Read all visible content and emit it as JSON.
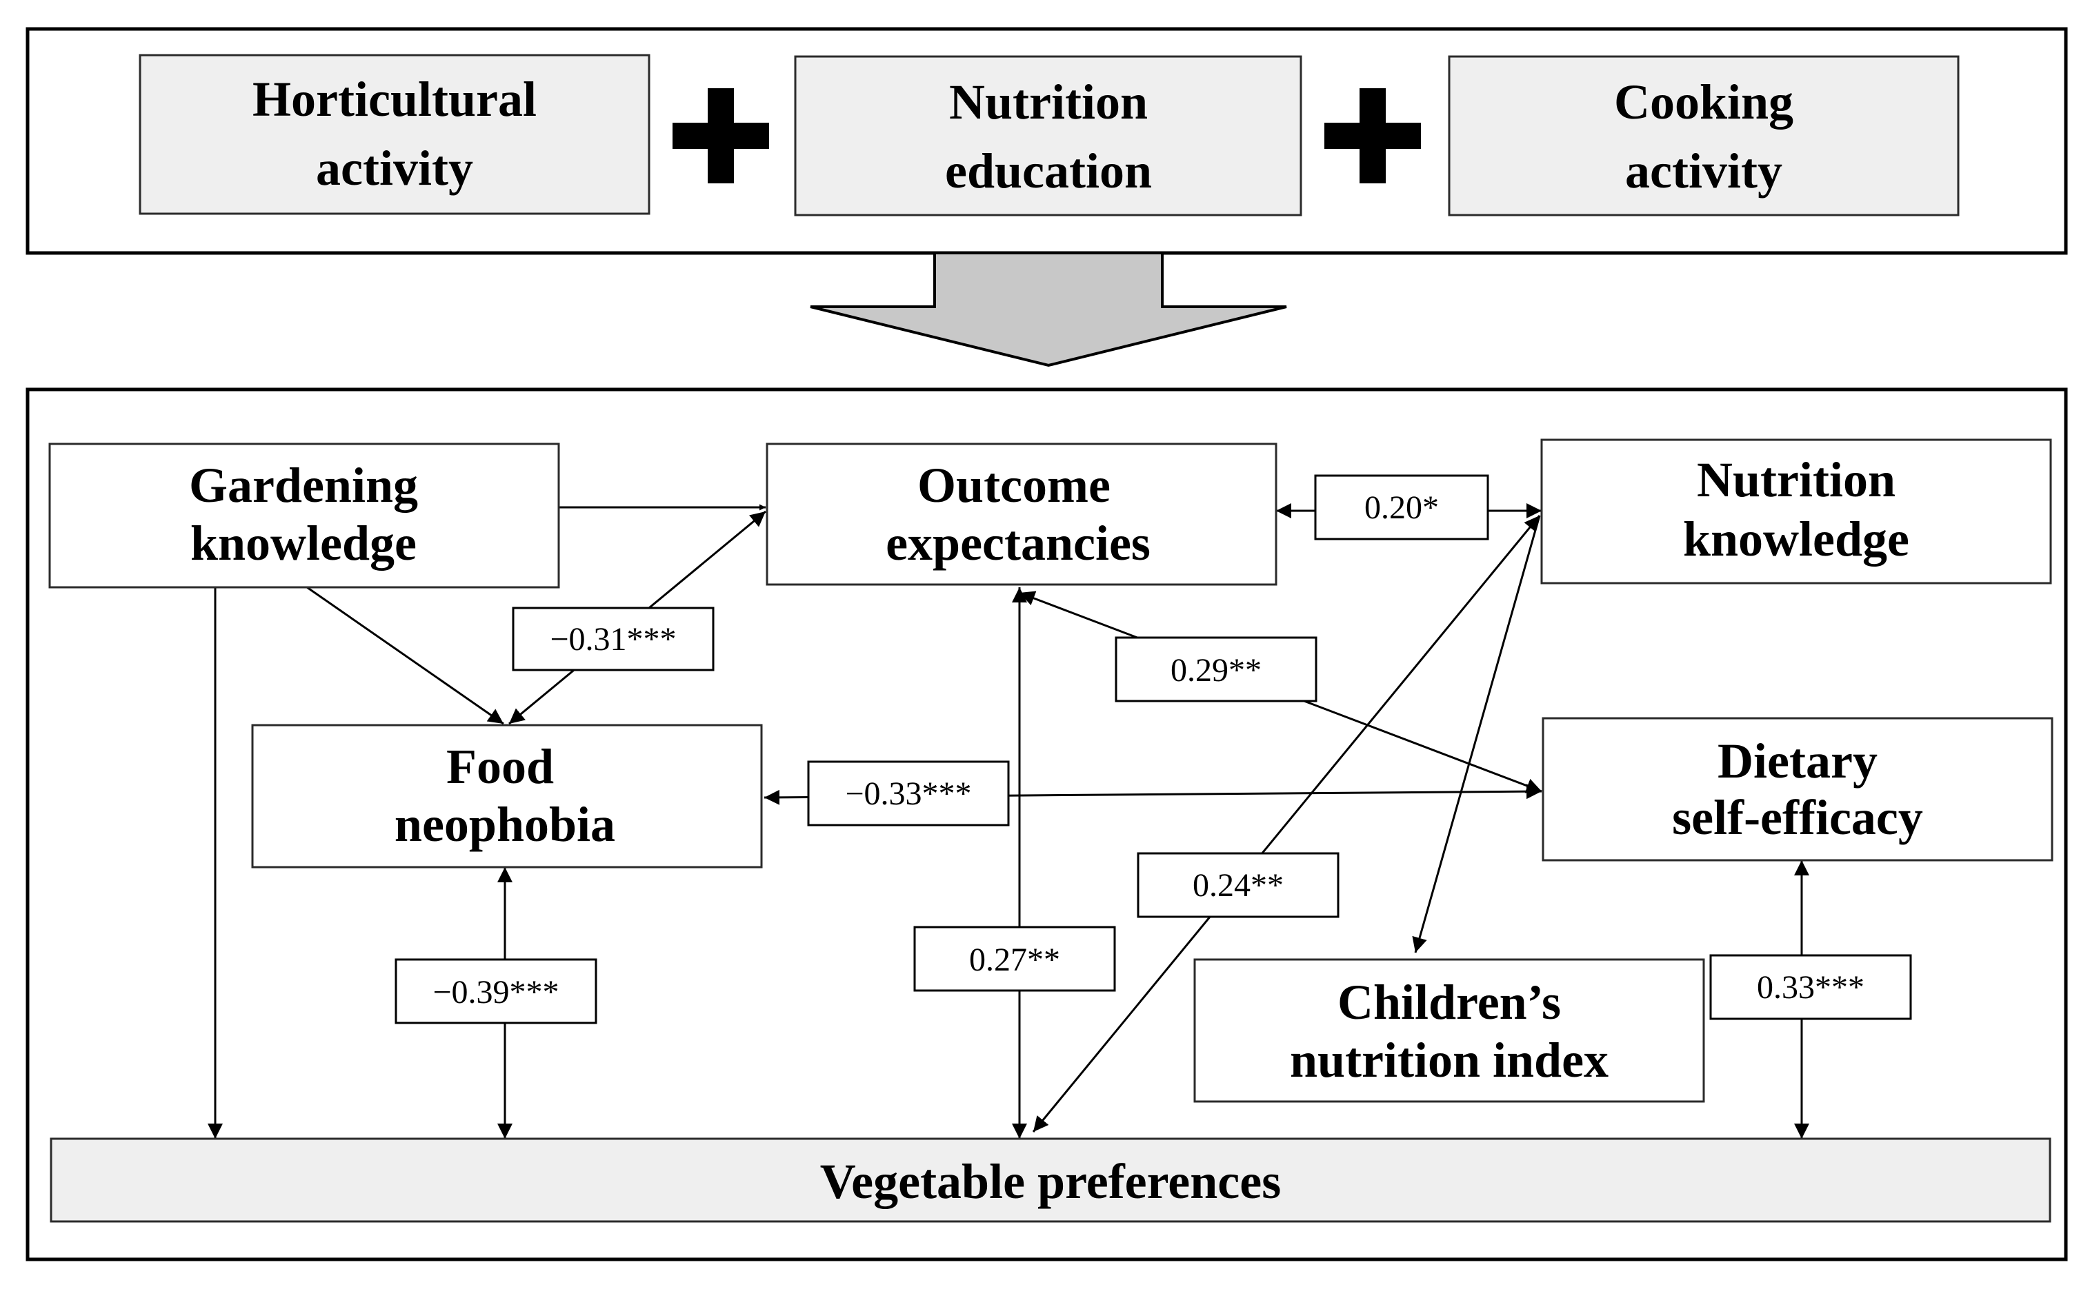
{
  "colors": {
    "box_shaded": "#efefef",
    "box_plain": "#ffffff",
    "arrow_fill": "#c8c8c8",
    "line": "#000000"
  },
  "interventions": [
    {
      "line1": "Horticultural",
      "line2": "activity"
    },
    {
      "line1": "Nutrition",
      "line2": "education"
    },
    {
      "line1": "Cooking",
      "line2": "activity"
    }
  ],
  "operators": [
    "plus-icon",
    "plus-icon"
  ],
  "constructs": {
    "gardening_knowledge": {
      "line1": "Gardening",
      "line2": "knowledge"
    },
    "outcome_expectancies": {
      "line1": "Outcome",
      "line2": "expectancies"
    },
    "nutrition_knowledge": {
      "line1": "Nutrition",
      "line2": "knowledge"
    },
    "food_neophobia": {
      "line1": "Food",
      "line2": "neophobia"
    },
    "dietary_self_efficacy": {
      "line1": "Dietary",
      "line2": "self-efficacy"
    },
    "childrens_nutrition_index": {
      "line1": "Children’s",
      "line2": "nutrition index"
    },
    "vegetable_preferences": {
      "line1": "Vegetable preferences"
    }
  },
  "coefficients": {
    "outcome_nutrition": "0.20*",
    "gardening_neophobia_outcome": "−0.31***",
    "outcome_selfefficacy": "0.29**",
    "neophobia_selfefficacy": "−0.33***",
    "nutrition_vegpref": "0.24**",
    "outcome_vegpref": "0.27**",
    "neophobia_vegpref": "−0.39***",
    "selfefficacy_vegpref": "0.33***"
  }
}
